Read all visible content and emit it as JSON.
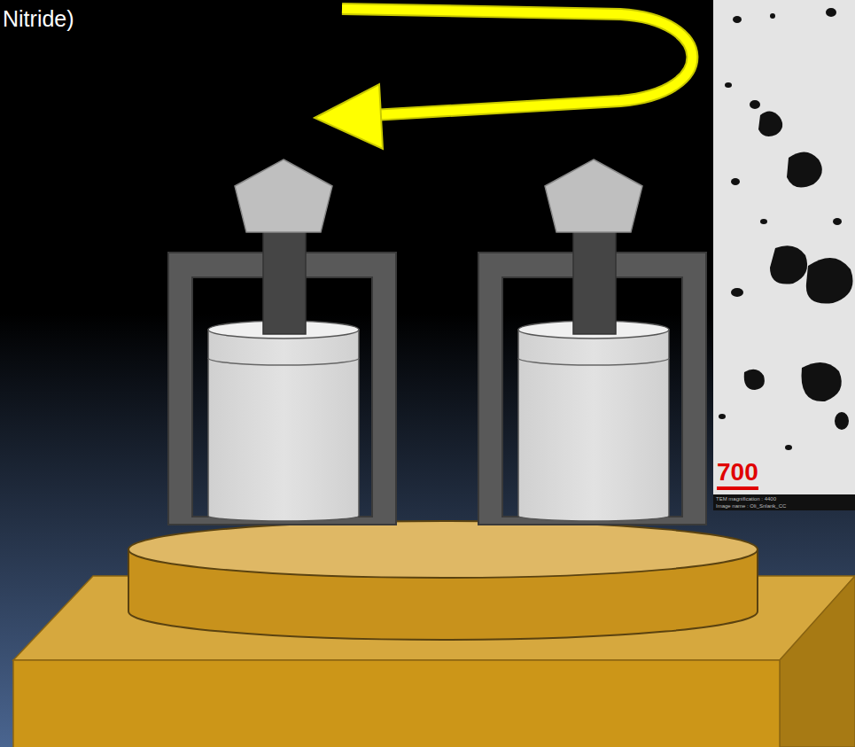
{
  "diagram": {
    "labels": [
      "Nitride)",
      "700",
      "TEM magnification : 4400",
      "Image name : Oli_Snlank_CC"
    ]
  }
}
